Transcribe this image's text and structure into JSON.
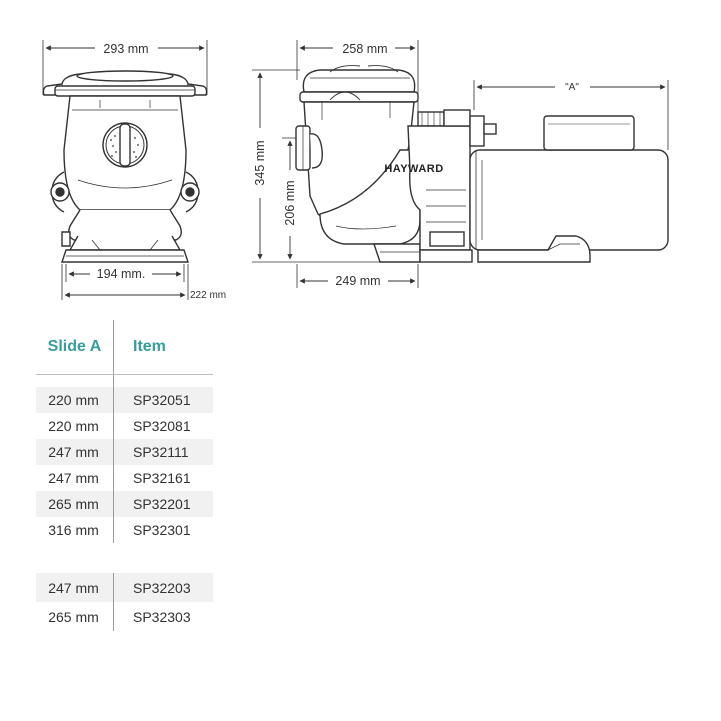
{
  "front_view": {
    "width_dim": "293 mm",
    "base_dim": "194 mm.",
    "foot_dim": "222 mm"
  },
  "side_view": {
    "top_dim": "258 mm",
    "overall_dim": "\"A\"",
    "height_dim": "345 mm",
    "inlet_height_dim": "206 mm",
    "bottom_dim": "249 mm",
    "brand": "HAYWARD"
  },
  "table": {
    "headers": [
      "Slide A",
      "Item"
    ],
    "rows": [
      {
        "a": "220 mm",
        "item": "SP32051"
      },
      {
        "a": "220 mm",
        "item": "SP32081"
      },
      {
        "a": "247 mm",
        "item": "SP32111"
      },
      {
        "a": "247 mm",
        "item": "SP32161"
      },
      {
        "a": "265 mm",
        "item": "SP32201"
      },
      {
        "a": "316 mm",
        "item": "SP32301"
      }
    ],
    "rows2": [
      {
        "a": "247 mm",
        "item": "SP32203"
      },
      {
        "a": "265 mm",
        "item": "SP32303"
      }
    ]
  },
  "colors": {
    "header_teal": "#3a9d9d",
    "line": "#333333"
  }
}
